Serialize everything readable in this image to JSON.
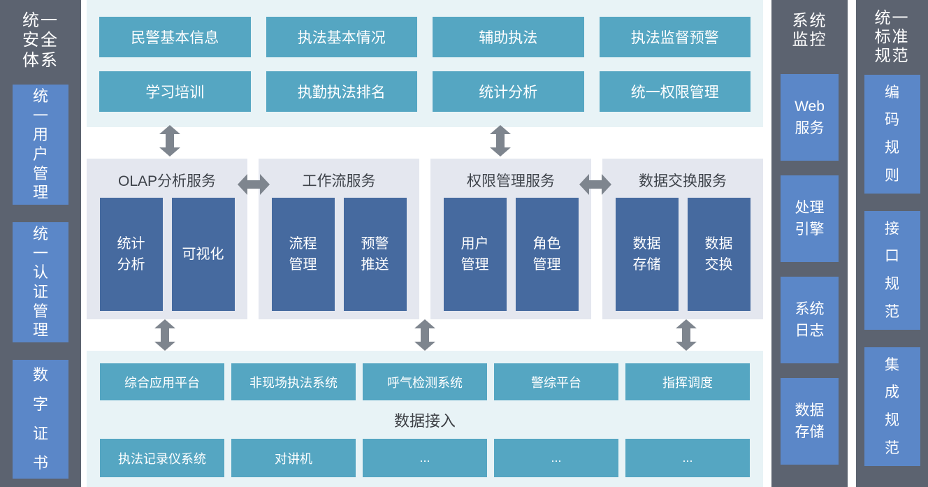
{
  "security": {
    "title": "统一\n安全\n体系",
    "items": [
      {
        "label": "统\n一\n用\n户\n管\n理"
      },
      {
        "label": "统\n一\n认\n证\n管\n理"
      },
      {
        "label": "数\n字\n证\n书"
      }
    ]
  },
  "applications": {
    "items": [
      {
        "label": "民警基本信息"
      },
      {
        "label": "执法基本情况"
      },
      {
        "label": "辅助执法"
      },
      {
        "label": "执法监督预警"
      },
      {
        "label": "学习培训"
      },
      {
        "label": "执勤执法排名"
      },
      {
        "label": "统计分析"
      },
      {
        "label": "统一权限管理"
      }
    ]
  },
  "services": {
    "groups": [
      {
        "title": "OLAP分析服务",
        "items": [
          {
            "label": "统计\n分析"
          },
          {
            "label": "可视化"
          }
        ]
      },
      {
        "title": "工作流服务",
        "items": [
          {
            "label": "流程\n管理"
          },
          {
            "label": "预警\n推送"
          }
        ]
      },
      {
        "title": "权限管理服务",
        "items": [
          {
            "label": "用户\n管理"
          },
          {
            "label": "角色\n管理"
          }
        ]
      },
      {
        "title": "数据交换服务",
        "items": [
          {
            "label": "数据\n存储"
          },
          {
            "label": "数据\n交换"
          }
        ]
      }
    ]
  },
  "access": {
    "label": "数据接入",
    "platforms": [
      {
        "label": "综合应用平台"
      },
      {
        "label": "非现场执法系统"
      },
      {
        "label": "呼气检测系统"
      },
      {
        "label": "警综平台"
      },
      {
        "label": "指挥调度"
      }
    ],
    "sources": [
      {
        "label": "执法记录仪系统"
      },
      {
        "label": "对讲机"
      },
      {
        "label": "..."
      },
      {
        "label": "..."
      },
      {
        "label": "..."
      }
    ]
  },
  "monitoring": {
    "title": "系统\n监控",
    "items": [
      {
        "label": "Web\n服务"
      },
      {
        "label": "处理\n引擎"
      },
      {
        "label": "系统\n日志"
      },
      {
        "label": "数据\n存储"
      }
    ]
  },
  "standards": {
    "title": "统一\n标准\n规范",
    "items": [
      {
        "label": "编\n码\n规\n则"
      },
      {
        "label": "接\n口\n规\n范"
      },
      {
        "label": "集\n成\n规\n范"
      }
    ]
  },
  "colors": {
    "dark_column": "#5c6370",
    "blue_box": "#5b87c8",
    "teal_box": "#55a6c2",
    "light_panel": "#e8f3f6",
    "service_panel": "#e4e7ef",
    "navy_box": "#466a9f",
    "arrow": "#7e858e"
  }
}
